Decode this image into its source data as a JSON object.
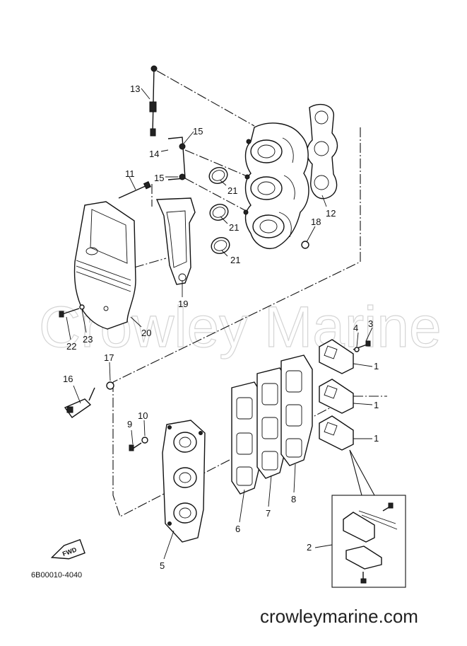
{
  "watermark": "Crowley Marine",
  "site_url": "crowleymarine.com",
  "diagram_code": "6B00010-4040",
  "fwd_label": "FWD",
  "callouts": {
    "c1a": "1",
    "c1b": "1",
    "c1c": "1",
    "c2": "2",
    "c3": "3",
    "c4": "4",
    "c5": "5",
    "c6": "6",
    "c7": "7",
    "c8": "8",
    "c9": "9",
    "c10": "10",
    "c11": "11",
    "c12": "12",
    "c13": "13",
    "c14": "14",
    "c15a": "15",
    "c15b": "15",
    "c16": "16",
    "c17": "17",
    "c18": "18",
    "c19": "19",
    "c20": "20",
    "c21a": "21",
    "c21b": "21",
    "c21c": "21",
    "c22": "22",
    "c23": "23"
  }
}
